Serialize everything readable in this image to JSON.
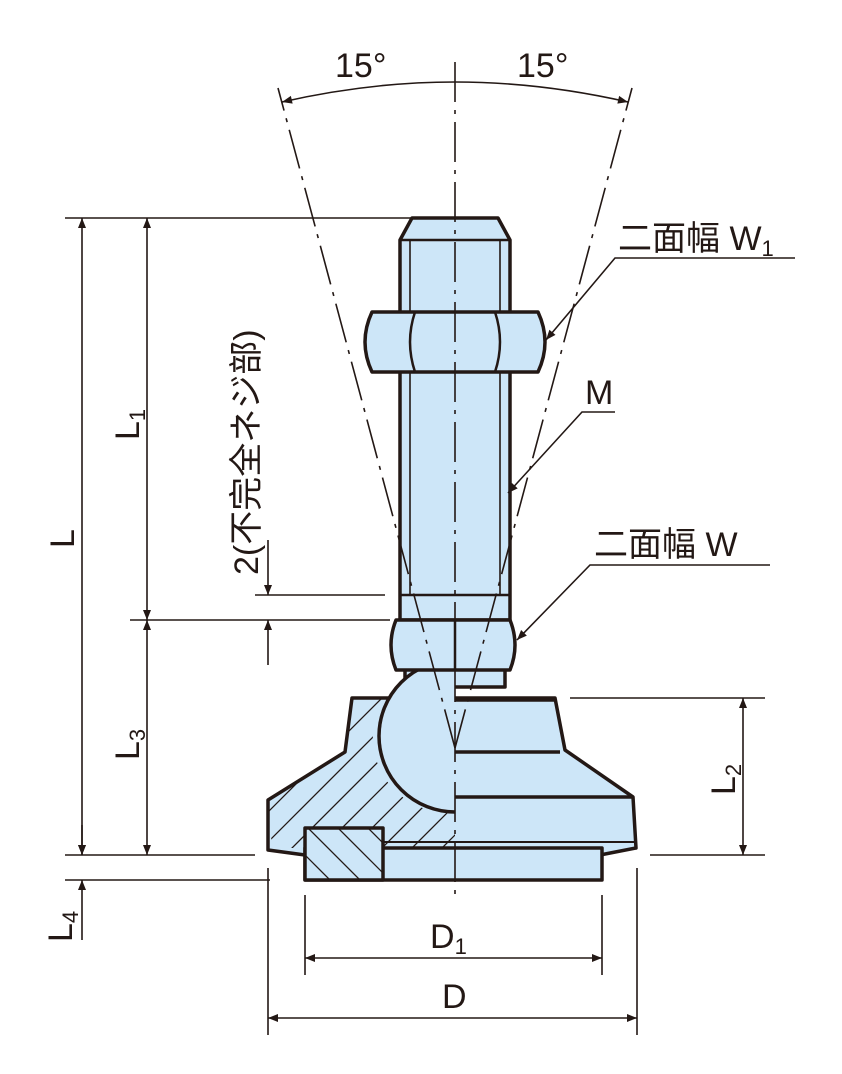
{
  "diagram": {
    "angle_left": "15°",
    "angle_right": "15°",
    "width_across_flats_upper": {
      "label": "二面幅 W",
      "subscript": "1"
    },
    "thread": "M",
    "width_across_flats_lower": "二面幅 W",
    "incomplete_thread": "2(不完全ネジ部)",
    "dim_L": "L",
    "dim_L1": {
      "label": "L",
      "subscript": "1"
    },
    "dim_L2": {
      "label": "L",
      "subscript": "2"
    },
    "dim_L3": {
      "label": "L",
      "subscript": "3"
    },
    "dim_L4": {
      "label": "L",
      "subscript": "4"
    },
    "dim_D1": {
      "label": "D",
      "subscript": "1"
    },
    "dim_D": "D",
    "fill_color": "#cde6f8"
  }
}
